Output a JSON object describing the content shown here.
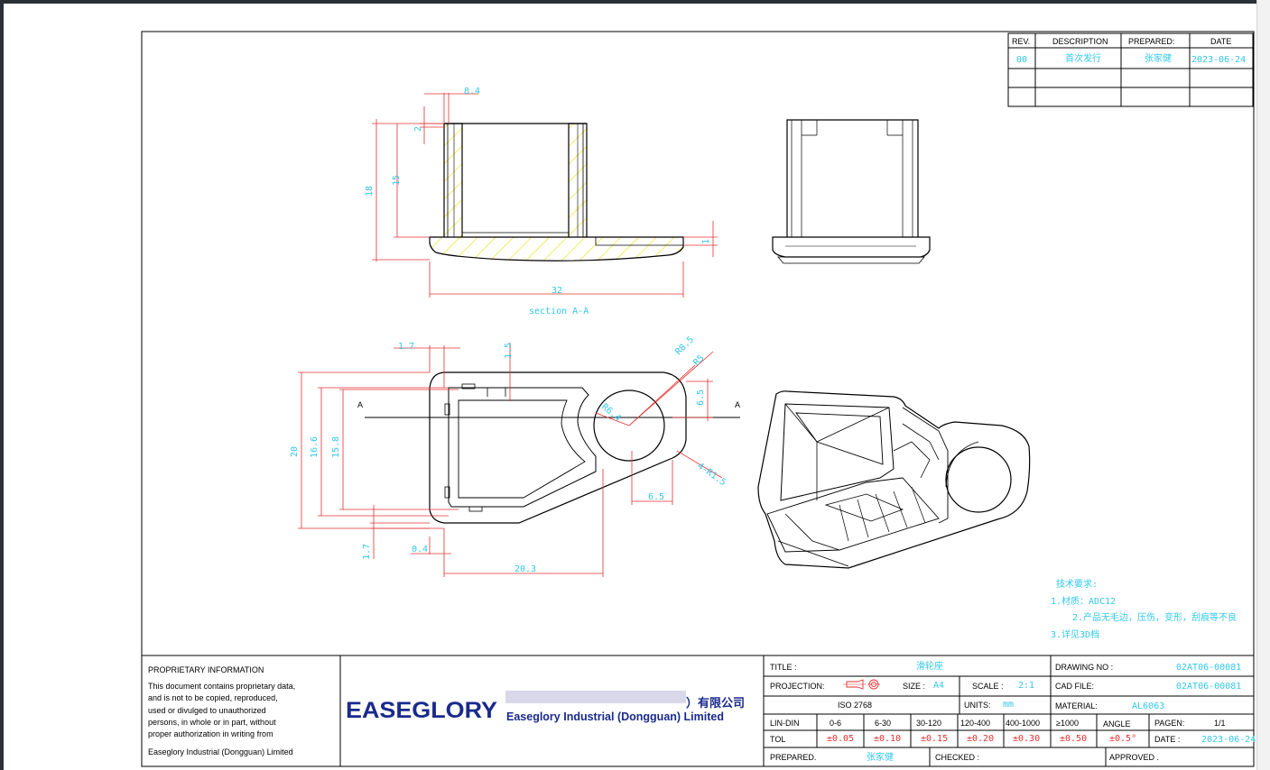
{
  "revision_table": {
    "headers": [
      "REV.",
      "DESCRIPTION",
      "PREPARED:",
      "DATE"
    ],
    "row": {
      "rev": "00",
      "description": "首次发行",
      "prepared": "张家健",
      "date": "2023-06-24"
    }
  },
  "dimensions": {
    "top_width": "8.4",
    "flange_h": "2",
    "height_18": "18",
    "height_15": "15",
    "base_h": "1",
    "length_32": "32",
    "section_label": "section A-A",
    "plan_1_7_top": "1.7",
    "plan_1_5": "1.5",
    "r8_5": "R8.5",
    "r5": "R5",
    "plan_6_5_v": "6.5",
    "plan_20": "20",
    "plan_16_6": "16.6",
    "plan_15_8": "15.8",
    "r6_4": "R6.4",
    "r1_5": "4-R1.5",
    "plan_6_5_h": "6.5",
    "plan_1_7_bot": "1.7",
    "plan_0_4": "0.4",
    "plan_20_3": "20.3",
    "section_mark_a": "A"
  },
  "notes": {
    "title": "技术要求:",
    "line1": "1.材质：ADC12",
    "line2": "2.产品无毛边，压伤，变形，刮痕等不良",
    "line3": "3.详见3D档"
  },
  "title_block": {
    "proprietary_title": "PROPRIETARY INFORMATION",
    "proprietary_lines": [
      "This document contains proprietary data,",
      "and is not to be copied, reproduced,",
      "used or divulged to unauthorized",
      "persons, in whole or in part, without",
      "proper authorization in writing from"
    ],
    "proprietary_company": "Easeglory Industrial (Dongguan) Limited",
    "logo_text": "EASEGLORY",
    "company_cn_suffix": "）有限公司",
    "company_en": "Easeglory  Industrial  (Dongguan)  Limited",
    "title_label": "TITLE :",
    "title_value": "滑轮座",
    "projection_label": "PROJECTION:",
    "size_label": "SIZE :",
    "size_value": "A4",
    "scale_label": "SCALE :",
    "scale_value": "2:1",
    "iso": "ISO 2768",
    "units_label": "UNITS:",
    "units_value": "mm",
    "drawing_no_label": "DRAWING NO :",
    "drawing_no_value": "02AT06-00081",
    "cad_label": "CAD FILE:",
    "cad_value": "02AT06-00081",
    "material_label": "MATERIAL:",
    "material_value": "AL6063",
    "lin_label": "LIN-DIN",
    "ranges": [
      "0-6",
      "6-30",
      "30-120",
      "120-400",
      "400-1000",
      "≥1000"
    ],
    "tol_label": "TOL",
    "tols": [
      "±0.05",
      "±0.10",
      "±0.15",
      "±0.20",
      "±0.30",
      "±0.50"
    ],
    "angle_label": "ANGLE",
    "angle_value": "±0.5°",
    "pagen_label": "PAGEN:",
    "pagen_value": "1/1",
    "date_label": "DATE :",
    "date_value": "2023-06-24",
    "prepared_label": "PREPARED.",
    "prepared_value": "张家健",
    "checked_label": "CHECKED :",
    "approved_label": "APPROVED ."
  }
}
